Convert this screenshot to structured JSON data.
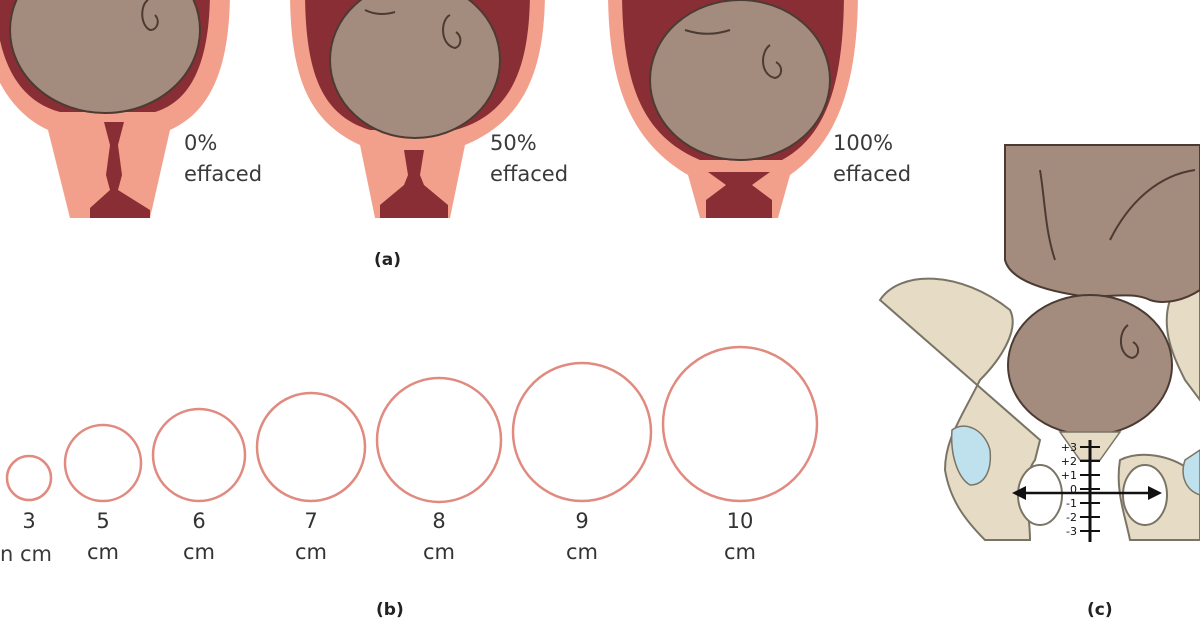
{
  "panel_a": {
    "label": "(a)",
    "stages": [
      {
        "percent": "0%",
        "word": "effaced"
      },
      {
        "percent": "50%",
        "word": "effaced"
      },
      {
        "percent": "100%",
        "word": "effaced"
      }
    ]
  },
  "panel_b": {
    "label": "(b)",
    "circles": [
      {
        "value": "3",
        "unit": "cm"
      },
      {
        "value": "5",
        "unit": "cm"
      },
      {
        "value": "6",
        "unit": "cm"
      },
      {
        "value": "7",
        "unit": "cm"
      },
      {
        "value": "8",
        "unit": "cm"
      },
      {
        "value": "9",
        "unit": "cm"
      },
      {
        "value": "10",
        "unit": "cm"
      }
    ],
    "partial_unit": "n cm"
  },
  "panel_c": {
    "label": "(c)",
    "stations": [
      "+3",
      "+2",
      "+1",
      "0",
      "-1",
      "-2",
      "-3"
    ]
  },
  "colors": {
    "skin": "#f2a08c",
    "uterus_dark": "#8a2e35",
    "fetus": "#a38b7e",
    "fetus_line": "#4c3b33",
    "circle_stroke": "#e08a80",
    "pelvis": "#e6dcc6",
    "pelvis_line": "#7a7466",
    "cartilage": "#bfe1ee"
  }
}
